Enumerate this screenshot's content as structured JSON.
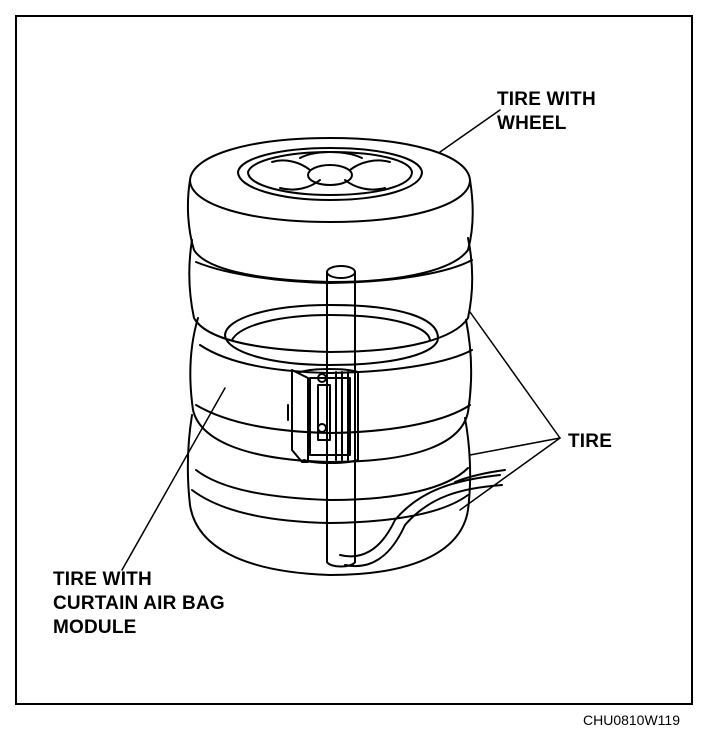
{
  "labels": {
    "tire_with_wheel_line1": "TIRE WITH",
    "tire_with_wheel_line2": "WHEEL",
    "tire": "TIRE",
    "curtain_line1": "TIRE WITH",
    "curtain_line2": "CURTAIN AIR BAG",
    "curtain_line3": "MODULE"
  },
  "figure_code": "CHU0810W119"
}
